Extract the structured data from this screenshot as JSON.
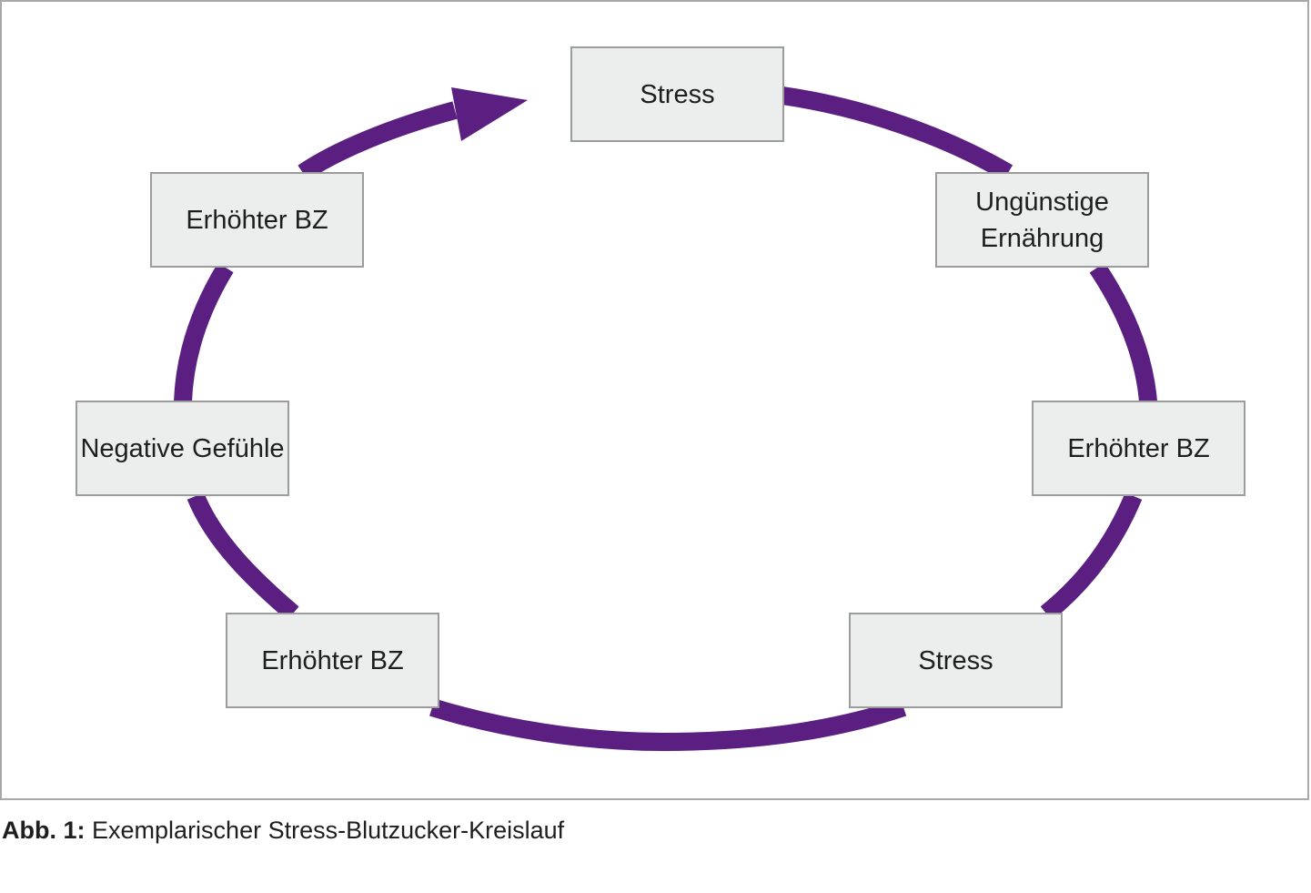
{
  "colors": {
    "arrow": "#5a1f80",
    "node_fill": "#eceeed",
    "node_border": "#9c9c9c",
    "frame_border": "#a8a8a8",
    "text": "#1e1e1e"
  },
  "diagram": {
    "nodes": [
      {
        "id": "stress_top",
        "label": "Stress"
      },
      {
        "id": "ungünstige_ernährung",
        "label": "Ungünstige\nErnährung"
      },
      {
        "id": "erhöhter_bz_right",
        "label": "Erhöhter BZ"
      },
      {
        "id": "stress_bottom",
        "label": "Stress"
      },
      {
        "id": "erhöhter_bz_bottom_left",
        "label": "Erhöhter BZ"
      },
      {
        "id": "negative_gefühle",
        "label": "Negative Gefühle"
      },
      {
        "id": "erhöhter_bz_top_left",
        "label": "Erhöhter BZ"
      }
    ],
    "direction": "clockwise",
    "arrowhead_icon": "arrow-head-icon"
  },
  "caption": {
    "label": "Abb. 1:",
    "text": "Exemplarischer Stress-Blutzucker-Kreislauf"
  }
}
